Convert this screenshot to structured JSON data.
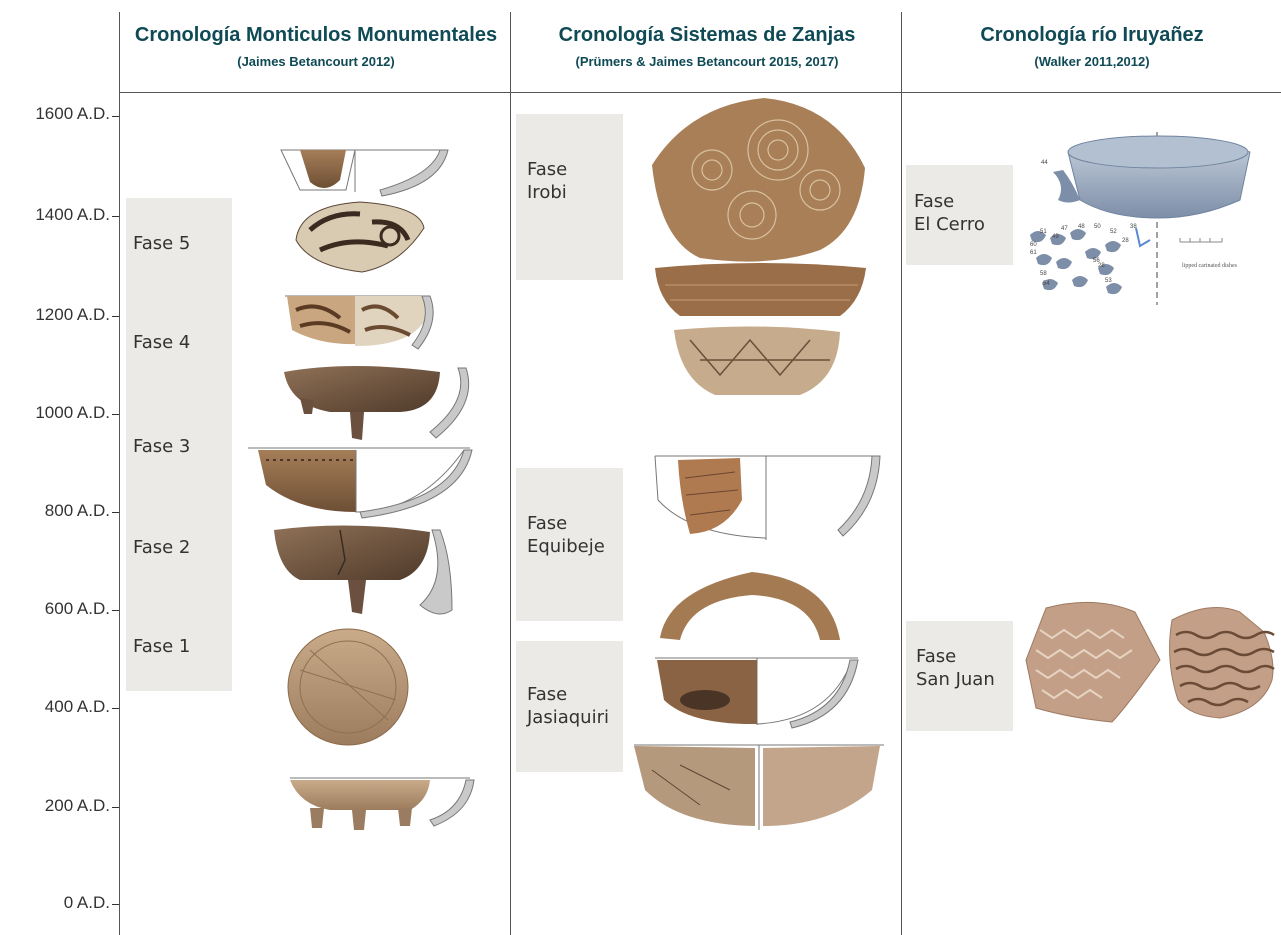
{
  "columns": [
    {
      "title": "Cronología Monticulos Monumentales",
      "subtitle": "(Jaimes Betancourt 2012)"
    },
    {
      "title": "Cronología Sistemas de Zanjas",
      "subtitle": "(Prümers & Jaimes Betancourt 2015, 2017)"
    },
    {
      "title": "Cronología río Iruyañez",
      "subtitle": "(Walker 2011,2012)"
    }
  ],
  "axis": [
    "1600 A.D.",
    "1400 A.D.",
    "1200 A.D.",
    "1000 A.D.",
    "800 A.D.",
    "600 A.D.",
    "400 A.D.",
    "200 A.D.",
    "0 A.D."
  ],
  "monticulos_phases": [
    "Fase 5",
    "Fase 4",
    "Fase 3",
    "Fase 2",
    "Fase 1"
  ],
  "zanjas_phases": [
    {
      "line1": "Fase",
      "line2": "Irobi"
    },
    {
      "line1": "Fase",
      "line2": "Equibeje"
    },
    {
      "line1": "Fase",
      "line2": "Jasiaquiri"
    }
  ],
  "iruyanez_phases": [
    {
      "line1": "Fase",
      "line2": "El Cerro"
    },
    {
      "line1": "Fase",
      "line2": "San Juan"
    }
  ],
  "figure_numbers": [
    "44",
    "51",
    "47",
    "48",
    "50",
    "52",
    "49",
    "60",
    "61",
    "28",
    "58",
    "56",
    "54",
    "53",
    "28",
    "38"
  ],
  "figure_caption": "lipped carinated dishes",
  "colors": {
    "title": "#0f4a55",
    "phase_box": "#ebeae6",
    "sherd_brown": "#8a6a4a",
    "profile_gray": "#c9c9c9",
    "dish_blue": "#9aa9bd"
  }
}
